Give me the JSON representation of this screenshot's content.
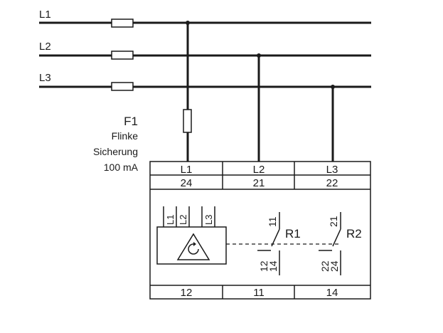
{
  "lines": {
    "l1": "L1",
    "l2": "L2",
    "l3": "L3"
  },
  "fuse_label": {
    "name": "F1",
    "line1": "Flinke",
    "line2": "Sicherung",
    "line3": "100 mA"
  },
  "terminals_top": {
    "row1": [
      "L1",
      "L2",
      "L3"
    ],
    "row2": [
      "24",
      "21",
      "22"
    ]
  },
  "terminals_bottom": [
    "12",
    "11",
    "14"
  ],
  "module": {
    "inputs": [
      "L1",
      "L2",
      "L3"
    ]
  },
  "relays": {
    "r1": {
      "name": "R1",
      "top": "11",
      "left": "12",
      "right": "14"
    },
    "r2": {
      "name": "R2",
      "top": "21",
      "left": "22",
      "right": "24"
    }
  }
}
